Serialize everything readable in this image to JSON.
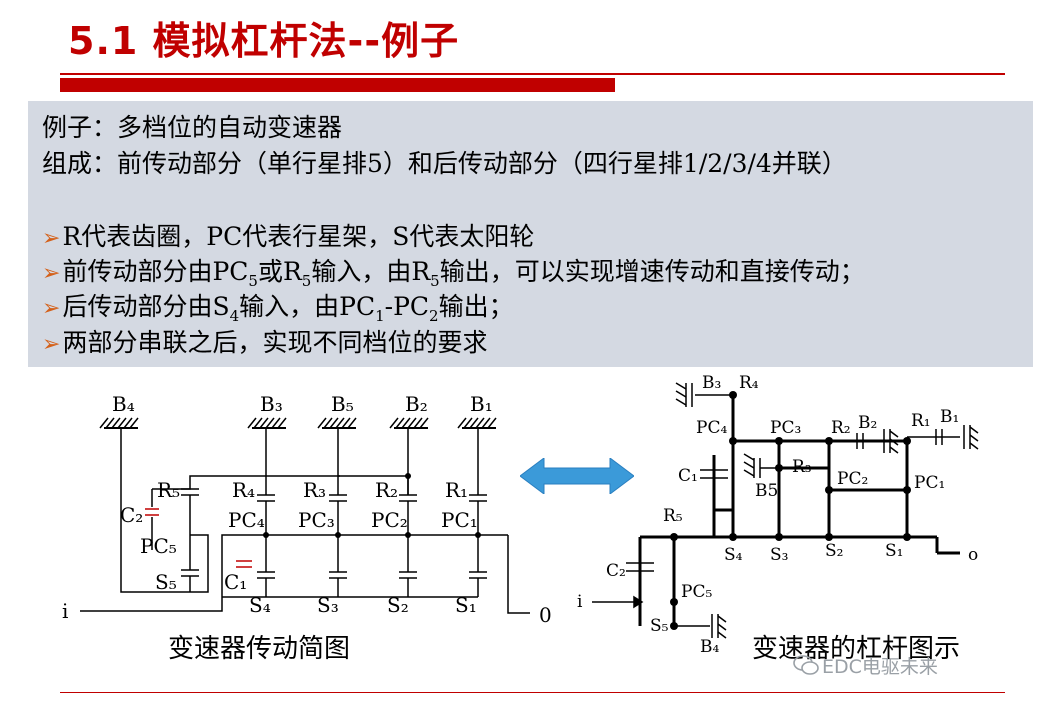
{
  "header": {
    "title": "5.1 模拟杠杆法--例子"
  },
  "textbox": {
    "line1": "例子：多档位的自动变速器",
    "line2": "组成：前传动部分（单行星排5）和后传动部分（四行星排1/2/3/4并联）",
    "bullets": {
      "b1": "R代表齿圈，PC代表行星架，S代表太阳轮",
      "b2_pre": "前传动部分由PC",
      "b2_sub1": "5",
      "b2_mid": "或R",
      "b2_sub2": "5",
      "b2_mid2": "输入，由R",
      "b2_sub3": "5",
      "b2_post": "输出，可以实现增速传动和直接传动；",
      "b3_pre": "后传动部分由S",
      "b3_sub1": "4",
      "b3_mid": "输入，由PC",
      "b3_sub2": "1",
      "b3_mid2": "-PC",
      "b3_sub3": "2",
      "b3_post": "输出；",
      "b4": "两部分串联之后，实现不同档位的要求"
    }
  },
  "left_diagram": {
    "caption": "变速器传动简图",
    "labels": {
      "B4": "B₄",
      "B3": "B₃",
      "B5": "B₅",
      "B2": "B₂",
      "B1": "B₁",
      "R5": "R₅",
      "C2": "C₂",
      "PC5": "PC₅",
      "S5": "S₅",
      "R4": "R₄",
      "PC4": "PC₄",
      "C1": "C₁",
      "S4": "S₄",
      "R3": "R₃",
      "PC3": "PC₃",
      "S3": "S₃",
      "R2": "R₂",
      "PC2": "PC₂",
      "S2": "S₂",
      "R1": "R₁",
      "PC1": "PC₁",
      "S1": "S₁",
      "input": "i",
      "output": "0"
    }
  },
  "right_diagram": {
    "caption": "变速器的杠杆图示",
    "labels": {
      "B3": "B₃",
      "R4": "R₄",
      "PC4": "PC₄",
      "PC3": "PC₃",
      "R2": "R₂",
      "B2": "B₂",
      "R1": "R₁",
      "B1": "B₁",
      "C1": "C₁",
      "R3": "R₃",
      "B5": "B5",
      "PC2": "PC₂",
      "PC1": "PC₁",
      "R5": "R₅",
      "S4": "S₄",
      "S3": "S₃",
      "S2": "S₂",
      "S1": "S₁",
      "output": "o",
      "C2": "C₂",
      "input": "i",
      "PC5": "PC₅",
      "S5": "S₅",
      "B4": "B₄"
    }
  },
  "watermark": "EDC电驱未来",
  "colors": {
    "title": "#c00000",
    "textbox_bg": "#d4d9e2",
    "bullet": "#d4611a",
    "clutch": "#c00000",
    "arrow": "#3b9ad9"
  }
}
